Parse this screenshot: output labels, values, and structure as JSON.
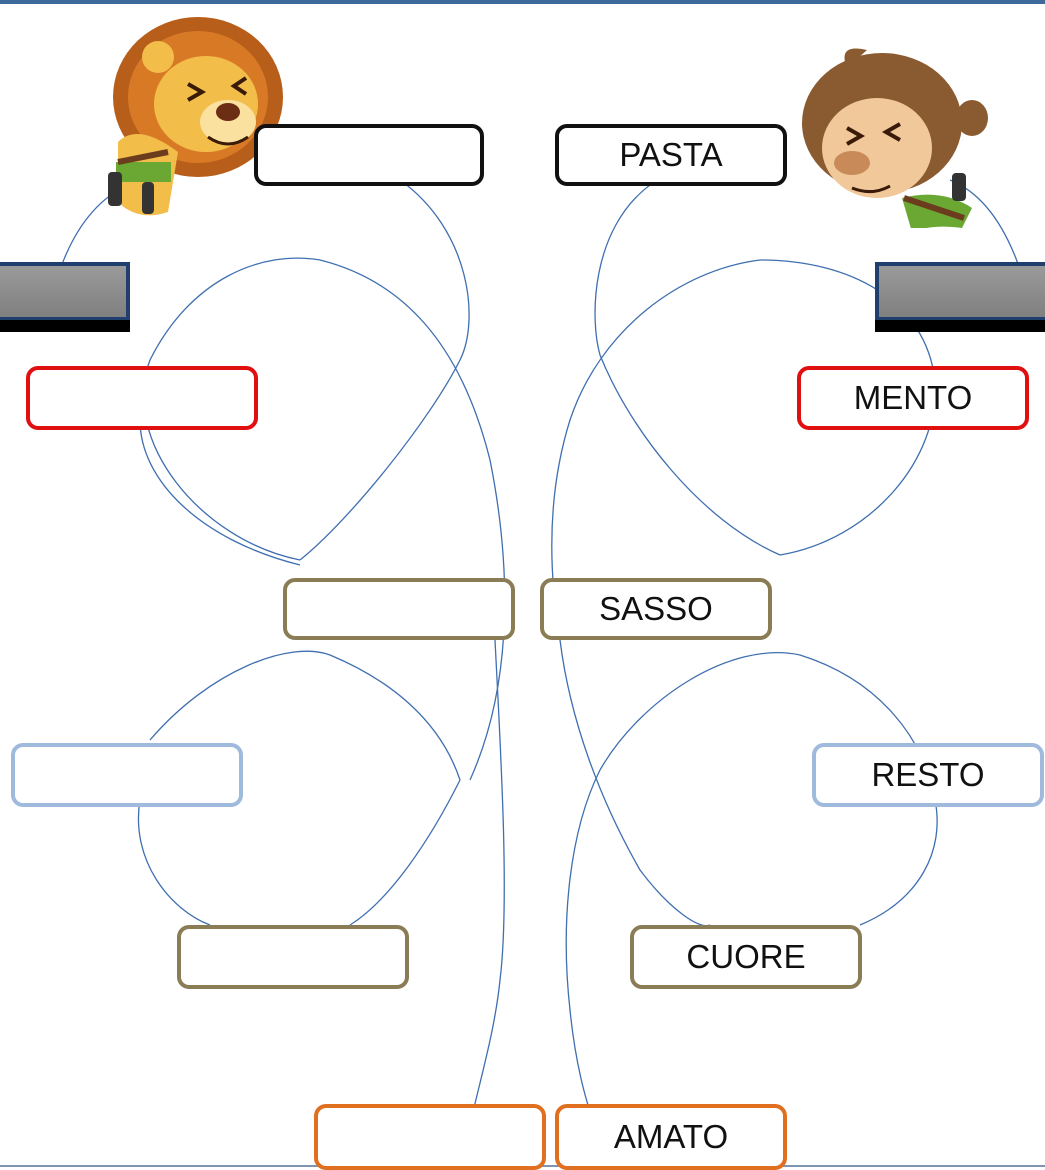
{
  "left_column": {
    "boxes": [
      {
        "name": "blank-box-1",
        "value": ""
      },
      {
        "name": "blank-box-2",
        "value": ""
      },
      {
        "name": "blank-box-3",
        "value": ""
      },
      {
        "name": "blank-box-4",
        "value": ""
      },
      {
        "name": "blank-box-5",
        "value": ""
      },
      {
        "name": "blank-box-6",
        "value": ""
      }
    ]
  },
  "right_column": {
    "words": [
      "PASTA",
      "MENTO",
      "SASSO",
      "RESTO",
      "CUORE",
      "AMATO"
    ]
  },
  "colors": {
    "black": "#111111",
    "red": "#e01010",
    "olive": "#8a7d55",
    "light_blue": "#9fbadc",
    "orange": "#e07020",
    "path_line": "#3f6fb0",
    "frame": "#1f3f6e"
  },
  "characters": {
    "left": "lion-icon",
    "right": "monkey-icon"
  }
}
